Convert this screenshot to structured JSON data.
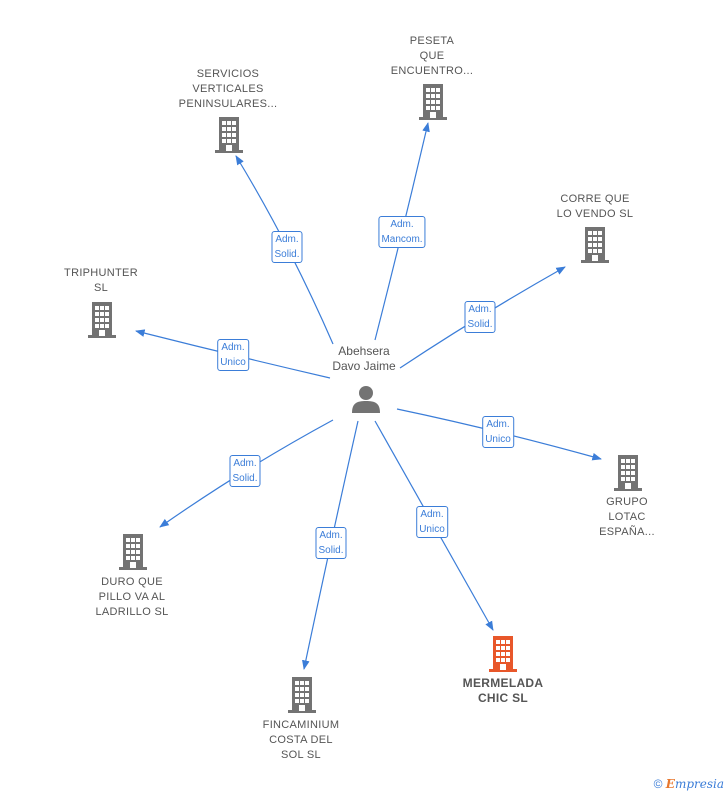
{
  "center": {
    "name": "Abehsera\nDavo Jaime"
  },
  "colors": {
    "edge": "#3b7dd8",
    "building": "#737373",
    "highlight": "#e8572a"
  },
  "companies": [
    {
      "id": "servicios",
      "name": "SERVICIOS\nVERTICALES\nPENINSULARES...",
      "role": "Adm.\nSolid.",
      "highlight": false
    },
    {
      "id": "peseta",
      "name": "PESETA\nQUE\nENCUENTRO...",
      "role": "Adm.\nMancom.",
      "highlight": false
    },
    {
      "id": "corre",
      "name": "CORRE QUE\nLO VENDO  SL",
      "role": "Adm.\nSolid.",
      "highlight": false
    },
    {
      "id": "triphunter",
      "name": "TRIPHUNTER\nSL",
      "role": "Adm.\nUnico",
      "highlight": false
    },
    {
      "id": "grupo",
      "name": "GRUPO\nLOTAC\nESPAÑA...",
      "role": "Adm.\nUnico",
      "highlight": false
    },
    {
      "id": "duro",
      "name": "DURO QUE\nPILLO VA AL\nLADRILLO  SL",
      "role": "Adm.\nSolid.",
      "highlight": false
    },
    {
      "id": "fincaminium",
      "name": "FINCAMINIUM\nCOSTA DEL\nSOL SL",
      "role": "Adm.\nSolid.",
      "highlight": false
    },
    {
      "id": "mermelada",
      "name": "MERMELADA\nCHIC  SL",
      "role": "Adm.\nUnico",
      "highlight": true
    }
  ],
  "brand": {
    "copyright": "©",
    "first_letter": "E",
    "rest": "mpresia"
  }
}
